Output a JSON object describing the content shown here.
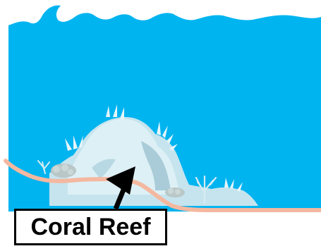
{
  "label": {
    "text": "Coral Reef"
  },
  "colors": {
    "ocean": "#00B4F0",
    "seafloor": "#F4B8A0",
    "reef_light": "#DDF0F6",
    "reef_mid": "#C6E4EE",
    "reef_shadow": "#A9CCD8",
    "rock": "#B9C7C7",
    "arrow": "#000000"
  },
  "icons": {
    "arrow": "black-pointer-arrow",
    "reef": "coral-reef-illustration"
  }
}
